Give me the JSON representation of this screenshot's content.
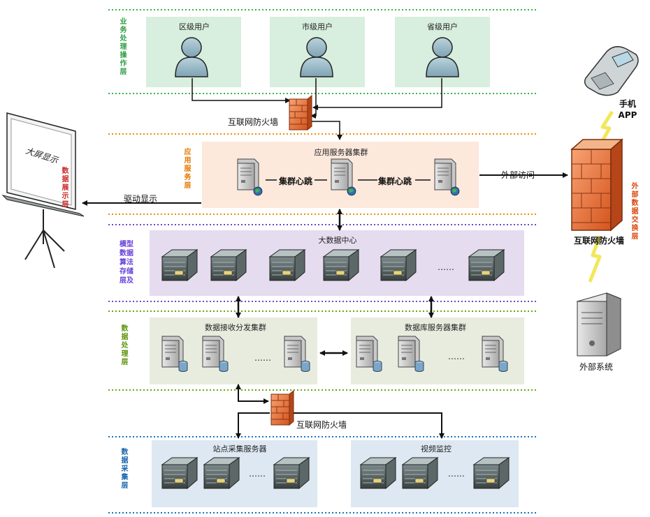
{
  "layers": {
    "business": "业务处理操作层",
    "app_service": "应用服务层",
    "model_storage": "模型数据算法存储层及",
    "data_processing": "数据处理层",
    "data_collection": "数据采集层",
    "data_display": "数据展示层",
    "external_exchange": "外部数据交换层"
  },
  "users": [
    "区级用户",
    "市级用户",
    "省级用户"
  ],
  "firewall_label": "互联网防火墙",
  "app_cluster_title": "应用服务器集群",
  "heartbeat": "集群心跳",
  "external_access": "外部访问",
  "drive_display": "驱动显示",
  "screen_label": "大屏显示",
  "bigdata_title": "大数据中心",
  "ellipsis": "……",
  "recv_cluster_title": "数据接收分发集群",
  "db_cluster_title": "数据库服务器集群",
  "site_collect_title": "站点采集服务器",
  "video_title": "视频监控",
  "phone_label": "手机",
  "app_label": "APP",
  "external_system": "外部系统",
  "colors": {
    "business_line": "#37b24d",
    "app_line": "#f08c00",
    "model_line": "#7048c8",
    "processing_line": "#66a80f",
    "collection_line": "#1971c2",
    "user_panel": "#d8eede",
    "app_panel": "#fde8dc",
    "model_panel": "#e6dcef",
    "processing_panel": "#e8ecdf",
    "collection_panel": "#dde8f2"
  }
}
